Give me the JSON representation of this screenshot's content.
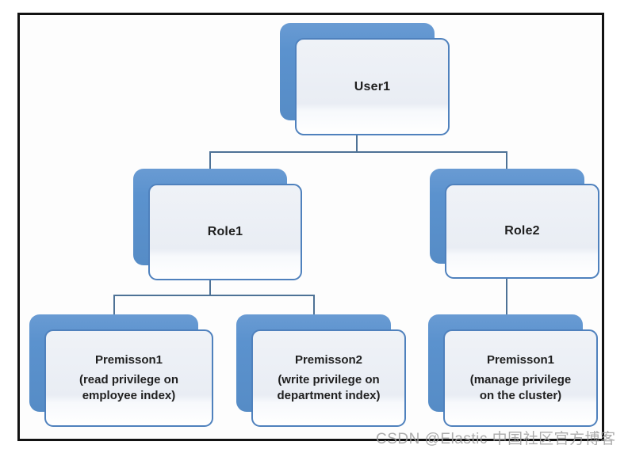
{
  "diagram": {
    "title_implicit": "User / role / permission hierarchy",
    "nodes": {
      "user1": {
        "label": "User1"
      },
      "role1": {
        "label": "Role1"
      },
      "role2": {
        "label": "Role2"
      },
      "perm1": {
        "title": "Premisson1",
        "description": "(read privilege on employee index)"
      },
      "perm2": {
        "title": "Premisson2",
        "description": "(write privilege on department index)"
      },
      "perm3": {
        "title": "Premisson1",
        "description": "(manage privilege on the cluster)"
      }
    },
    "edges": [
      {
        "from": "user1",
        "to": "role1"
      },
      {
        "from": "user1",
        "to": "role2"
      },
      {
        "from": "role1",
        "to": "perm1"
      },
      {
        "from": "role1",
        "to": "perm2"
      },
      {
        "from": "role2",
        "to": "perm3"
      }
    ],
    "colors": {
      "shadow_box_fill": "#5b92ce",
      "card_border": "#4f81bd",
      "card_fill_top": "#eff2f7",
      "card_fill_bottom": "#ffffff",
      "connector": "#4e7296",
      "frame_border": "#121212",
      "text": "#1f1f1f",
      "watermark": "#9e9e9e"
    }
  },
  "watermark": {
    "text": "CSDN @Elastic 中国社区官方博客"
  }
}
